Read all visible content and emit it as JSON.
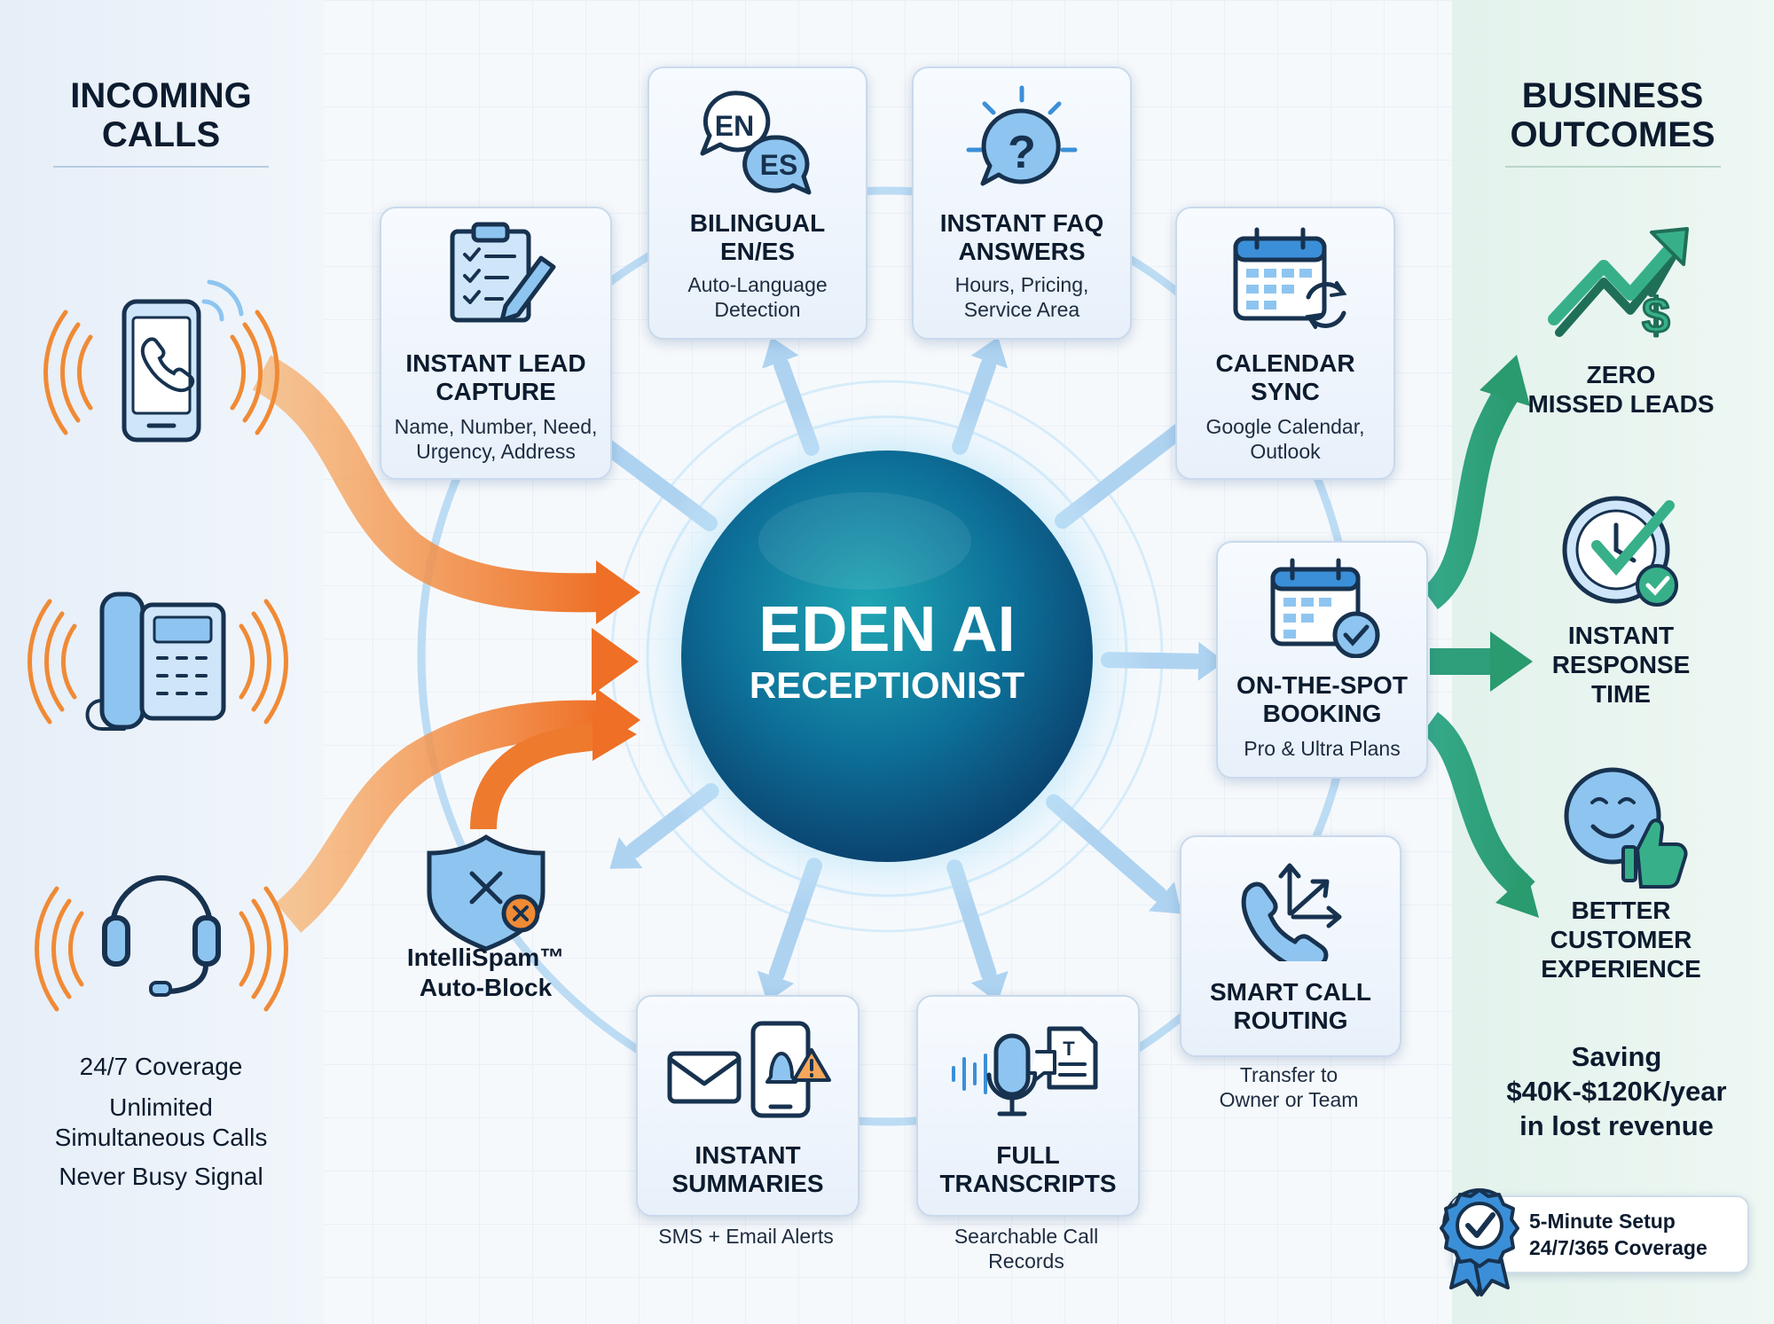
{
  "incoming": {
    "title_line1": "INCOMING",
    "title_line2": "CALLS",
    "sources": [
      {
        "icon": "mobile-phone-icon"
      },
      {
        "icon": "desk-phone-icon"
      },
      {
        "icon": "headset-icon"
      }
    ],
    "coverage_lines": [
      "24/7 Coverage",
      "Unlimited",
      "Simultaneous Calls",
      "Never Busy Signal"
    ]
  },
  "hub": {
    "title": "EDEN AI",
    "subtitle": "RECEPTIONIST"
  },
  "spam": {
    "icon": "shield-block-icon",
    "title_line1": "IntelliSpam™",
    "title_line2": "Auto-Block"
  },
  "features": [
    {
      "key": "lead-capture",
      "icon": "clipboard-checklist-icon",
      "title_lines": [
        "INSTANT LEAD",
        "CAPTURE"
      ],
      "sub_lines": [
        "Name, Number, Need,",
        "Urgency, Address"
      ]
    },
    {
      "key": "bilingual",
      "icon": "language-bubbles-icon",
      "icon_text": [
        "EN",
        "ES"
      ],
      "title_lines": [
        "BILINGUAL",
        "EN/ES"
      ],
      "sub_lines": [
        "Auto-Language",
        "Detection"
      ]
    },
    {
      "key": "faq",
      "icon": "question-bubble-icon",
      "icon_text": [
        "?"
      ],
      "title_lines": [
        "INSTANT FAQ",
        "ANSWERS"
      ],
      "sub_lines": [
        "Hours, Pricing,",
        "Service Area"
      ]
    },
    {
      "key": "calendar-sync",
      "icon": "calendar-sync-icon",
      "title_lines": [
        "CALENDAR",
        "SYNC"
      ],
      "sub_lines": [
        "Google Calendar,",
        "Outlook"
      ]
    },
    {
      "key": "booking",
      "icon": "calendar-check-icon",
      "title_lines": [
        "ON-THE-SPOT",
        "BOOKING"
      ],
      "sub_lines": [
        "Pro & Ultra Plans"
      ]
    },
    {
      "key": "routing",
      "icon": "phone-routing-icon",
      "title_lines": [
        "SMART CALL",
        "ROUTING"
      ],
      "sub_lines": [
        "Transfer to",
        "Owner or Team"
      ]
    },
    {
      "key": "transcripts",
      "icon": "microphone-document-icon",
      "icon_text": [
        "T"
      ],
      "title_lines": [
        "FULL",
        "TRANSCRIPTS"
      ],
      "sub_lines": [
        "Searchable Call",
        "Records"
      ]
    },
    {
      "key": "summaries",
      "icon": "email-phone-alert-icon",
      "title_lines": [
        "INSTANT",
        "SUMMARIES"
      ],
      "sub_lines": [
        "SMS + Email Alerts"
      ]
    }
  ],
  "outcomes": {
    "title_line1": "BUSINESS",
    "title_line2": "OUTCOMES",
    "items": [
      {
        "icon": "trend-dollar-icon",
        "lines": [
          "ZERO",
          "MISSED LEADS"
        ]
      },
      {
        "icon": "clock-check-icon",
        "lines": [
          "INSTANT",
          "RESPONSE",
          "TIME"
        ]
      },
      {
        "icon": "smiley-thumbs-up-icon",
        "lines": [
          "BETTER",
          "CUSTOMER",
          "EXPERIENCE"
        ]
      }
    ],
    "saving_lines": [
      "Saving",
      "$40K-$120K/year",
      "in lost revenue"
    ]
  },
  "badge": {
    "icon": "award-ribbon-icon",
    "line1": "5-Minute Setup",
    "line2": "24/7/365 Coverage"
  },
  "colors": {
    "incoming_arrow": "#f07c2c",
    "incoming_arrow_light": "#f6a65a",
    "outcome_arrow": "#2f9e7a",
    "spoke": "#a9d0f0",
    "hub_dark": "#0b4f7c",
    "hub_light": "#1a9bb5",
    "icon_stroke": "#17324f",
    "icon_fill": "#8ec5f0",
    "outcomes_panel": "#e6f4ef",
    "incoming_panel": "#eaf1f9"
  }
}
